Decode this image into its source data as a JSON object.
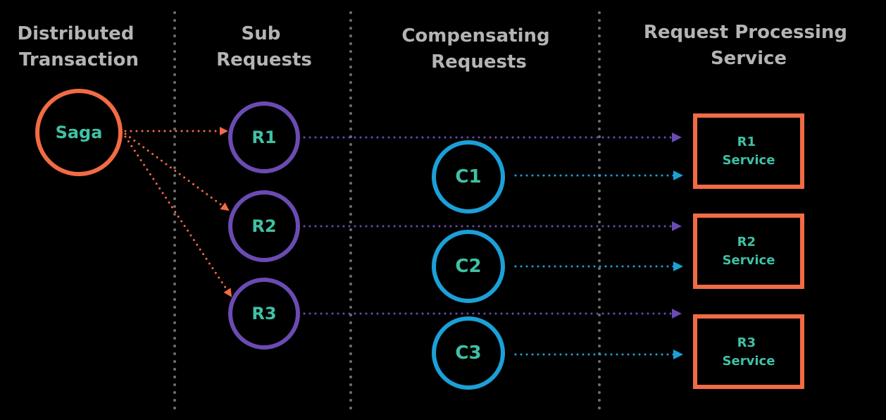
{
  "headers": {
    "distributed_transaction": [
      "Distributed",
      "Transaction"
    ],
    "sub_requests": [
      "Sub",
      "Requests"
    ],
    "compensating_requests": [
      "Compensating",
      "Requests"
    ],
    "request_processing_service": [
      "Request Processing",
      "Service"
    ]
  },
  "nodes": {
    "saga": "Saga",
    "requests": [
      "R1",
      "R2",
      "R3"
    ],
    "compensations": [
      "C1",
      "C2",
      "C3"
    ],
    "services": [
      [
        "R1",
        "Service"
      ],
      [
        "R2",
        "Service"
      ],
      [
        "R3",
        "Service"
      ]
    ]
  },
  "colors": {
    "background": "#000000",
    "header_text": "#b4b4b4",
    "node_text": "#3fc1a5",
    "saga_orange": "#f26b45",
    "request_purple": "#6b4bb3",
    "compensation_blue": "#1ba0d8",
    "service_orange": "#f26b45",
    "divider": "#6e6e6e"
  },
  "connections": [
    {
      "from": "Saga",
      "to": "R1"
    },
    {
      "from": "Saga",
      "to": "R2"
    },
    {
      "from": "Saga",
      "to": "R3"
    },
    {
      "from": "R1",
      "to": "R1 Service"
    },
    {
      "from": "C1",
      "to": "R1 Service"
    },
    {
      "from": "R2",
      "to": "R2 Service"
    },
    {
      "from": "C2",
      "to": "R2 Service"
    },
    {
      "from": "R3",
      "to": "R3 Service"
    },
    {
      "from": "C3",
      "to": "R3 Service"
    }
  ]
}
